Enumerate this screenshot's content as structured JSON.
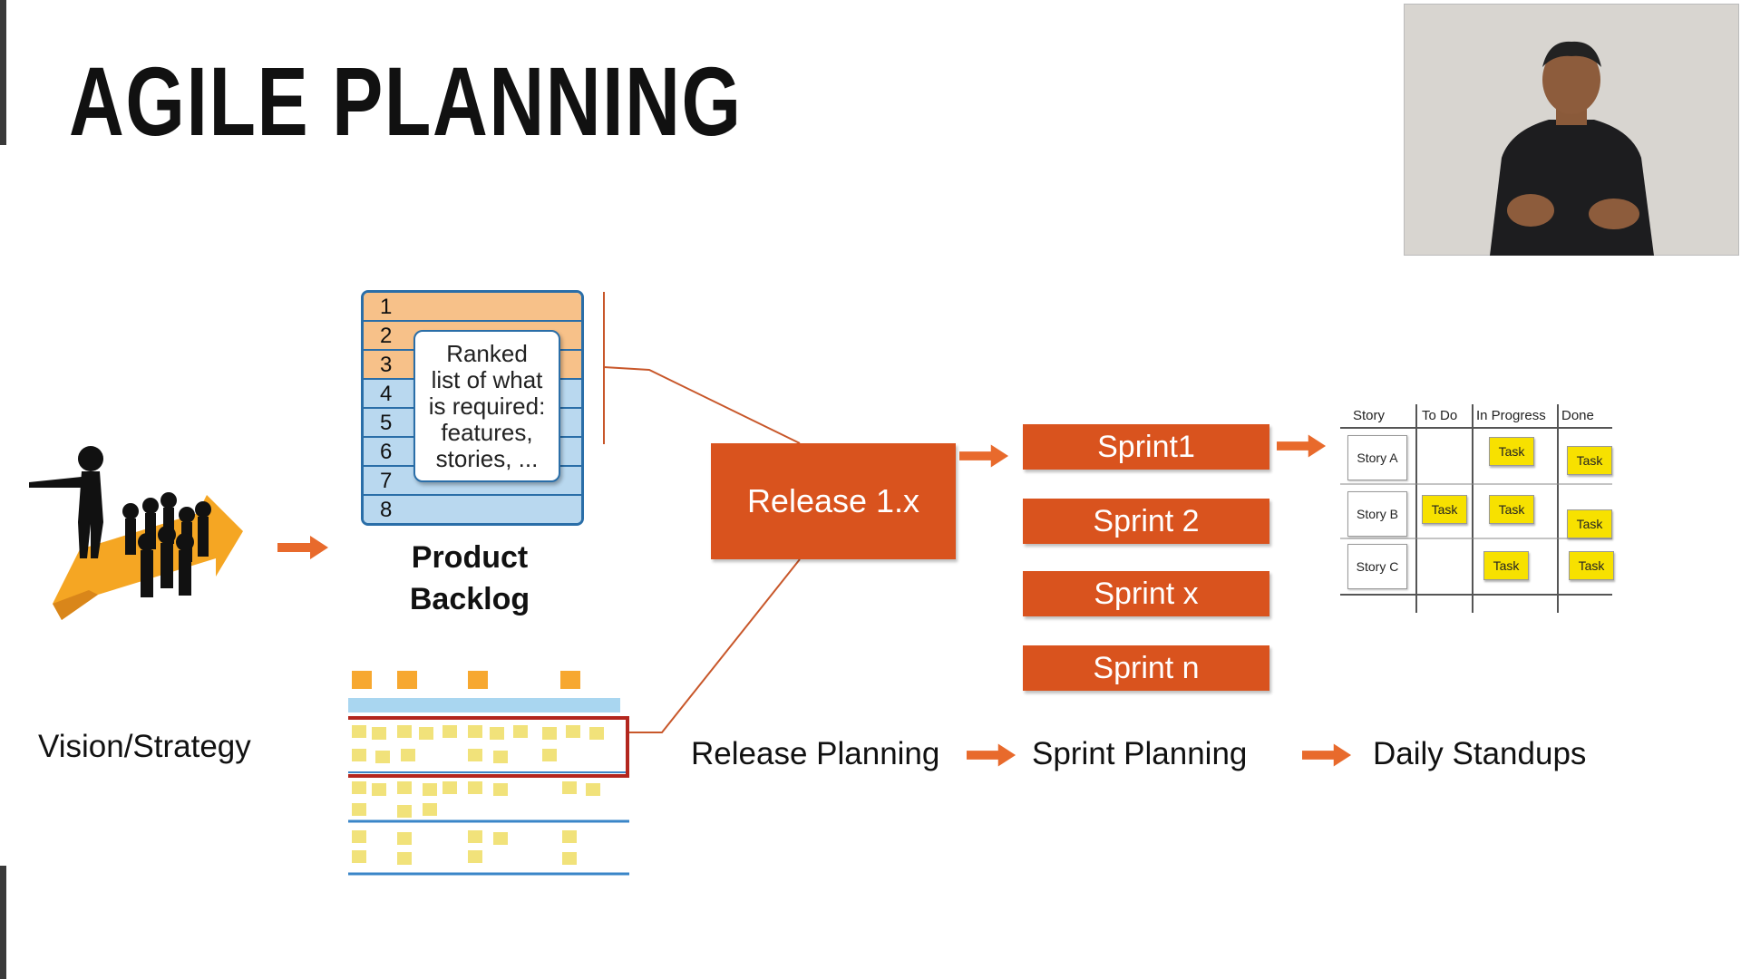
{
  "slide": {
    "title": "AGILE PLANNING"
  },
  "diagram": {
    "vision_label": "Vision/Strategy",
    "backlog": {
      "rows": [
        "1",
        "2",
        "3",
        "4",
        "5",
        "6",
        "7",
        "8"
      ],
      "note_lines": [
        "Ranked",
        "list of what",
        "is required:",
        "features,",
        "stories, ..."
      ],
      "caption_line1": "Product",
      "caption_line2": "Backlog"
    },
    "release_box": "Release 1.x",
    "sprints": [
      "Sprint1",
      "Sprint 2",
      "Sprint x",
      "Sprint n"
    ],
    "phases": {
      "release": "Release Planning",
      "sprint": "Sprint Planning",
      "daily": "Daily Standups"
    },
    "task_board": {
      "headers": [
        "Story",
        "To Do",
        "In Progress",
        "Done"
      ],
      "stories": [
        "Story A",
        "Story B",
        "Story C"
      ],
      "task_label": "Task"
    }
  },
  "colors": {
    "accent_orange": "#d9531e",
    "backlog_orange": "#f7c189",
    "backlog_blue": "#b9d8ef",
    "sticky_yellow": "#f7e100"
  },
  "icons": {
    "leader": "leader-with-followers-icon",
    "arrow": "right-arrow-icon",
    "wall": "story-wall-photo-icon",
    "presenter": "presenter-webcam-icon"
  }
}
